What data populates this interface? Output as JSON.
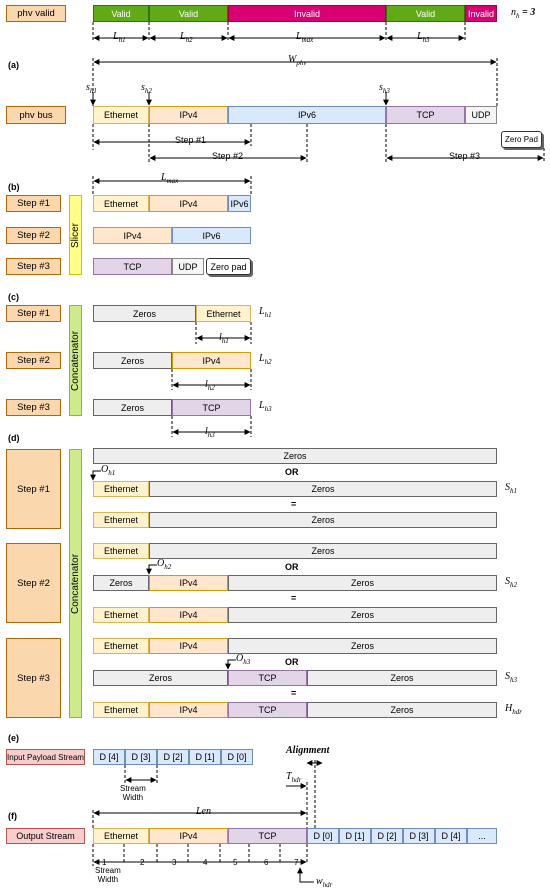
{
  "row_labels": {
    "phv_valid": "phv valid",
    "phv_bus": "phv bus",
    "step1": "Step #1",
    "step2": "Step #2",
    "step3": "Step #3",
    "input_payload_stream": "Input Payload Stream",
    "output_stream": "Output Stream"
  },
  "section_labels": {
    "a": "(a)",
    "b": "(b)",
    "c": "(c)",
    "d": "(d)",
    "e": "(e)",
    "f": "(f)"
  },
  "blocks": {
    "slicer": "Slicer",
    "concatenator": "Concatenator"
  },
  "validity": {
    "valid": "Valid",
    "invalid": "Invalid",
    "nh_eq": "n",
    "nh_sub": "h",
    "nh_val": " = 3"
  },
  "headers": {
    "ethernet": "Ethernet",
    "ipv4": "IPv4",
    "ipv6": "IPv6",
    "tcp": "TCP",
    "udp": "UDP",
    "zero_pad": "Zero Pad",
    "zero_pad_lower": "Zero pad",
    "zeros": "Zeros"
  },
  "ops": {
    "or": "OR",
    "eq": "="
  },
  "steps": {
    "step1": "Step #1",
    "step2": "Step #2",
    "step3": "Step #3"
  },
  "math": {
    "L": "L",
    "h1": "h1",
    "h2": "h2",
    "h3": "h3",
    "max": "max",
    "W": "W",
    "phv": "phv",
    "s": "s",
    "l": "l",
    "O": "O",
    "S": "S",
    "H": "H",
    "hdr": "hdr",
    "T": "T",
    "w": "w",
    "alignment": "Alignment",
    "len": "Len"
  },
  "stream": {
    "d4": "D [4]",
    "d3": "D [3]",
    "d2": "D [2]",
    "d1": "D [1]",
    "d0": "D [0]",
    "d0o": "D [0]",
    "d1o": "D [1]",
    "d2o": "D [2]",
    "d3o": "D [3]",
    "d4o": "D [4]",
    "ellipsis": "...",
    "stream_width_1": "Stream",
    "stream_width_2": "Width",
    "ticks": [
      "1",
      "2",
      "3",
      "4",
      "5",
      "6",
      "7"
    ]
  }
}
